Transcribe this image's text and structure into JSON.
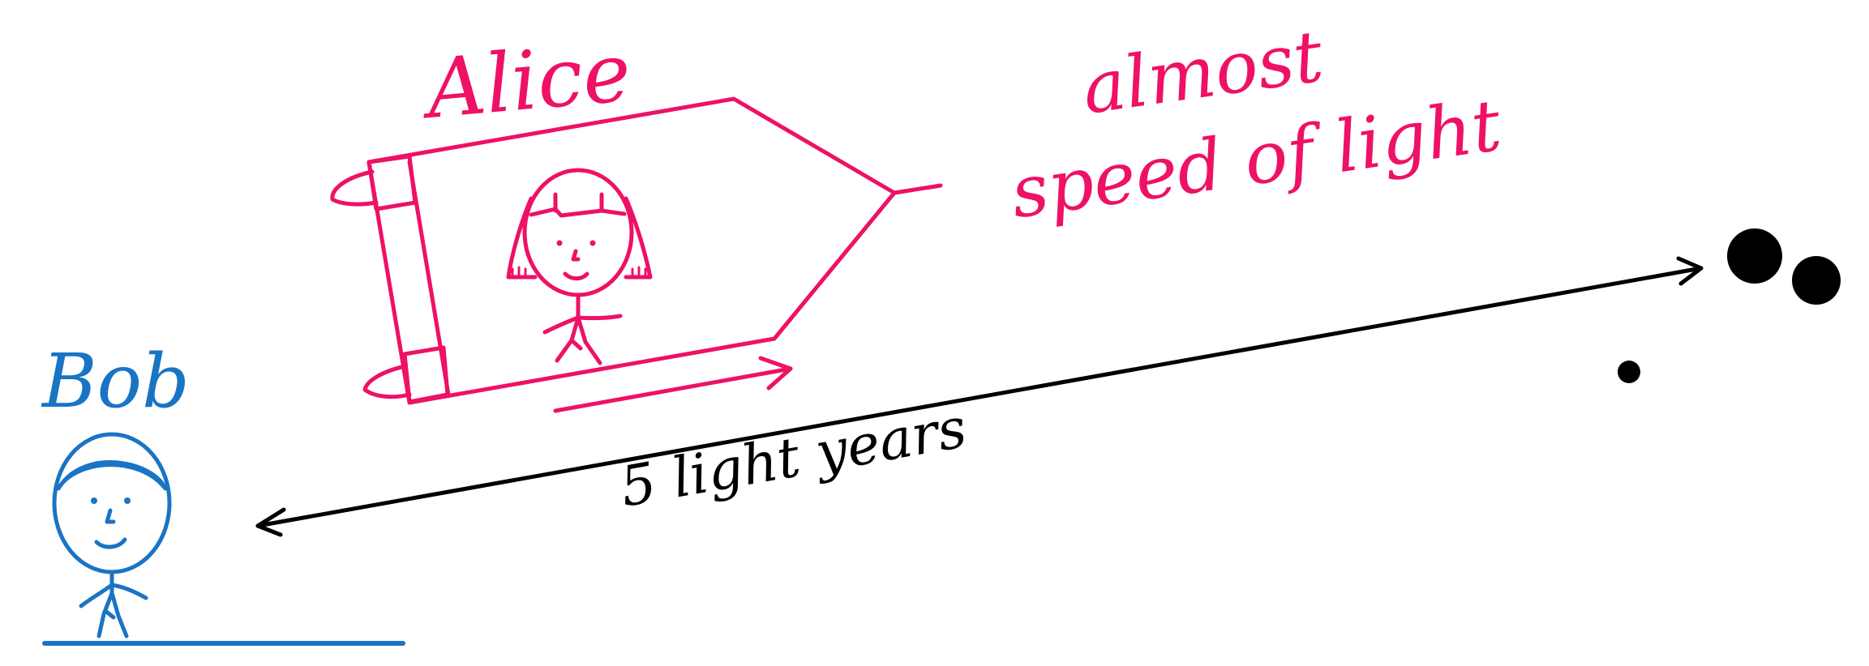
{
  "labels": {
    "alice": "Alice",
    "bob": "Bob",
    "speed": "almost speed of light",
    "distance": "5 light years"
  },
  "colors": {
    "alice": "#ee1166",
    "bob": "#1a74c4",
    "distance": "#000000"
  }
}
